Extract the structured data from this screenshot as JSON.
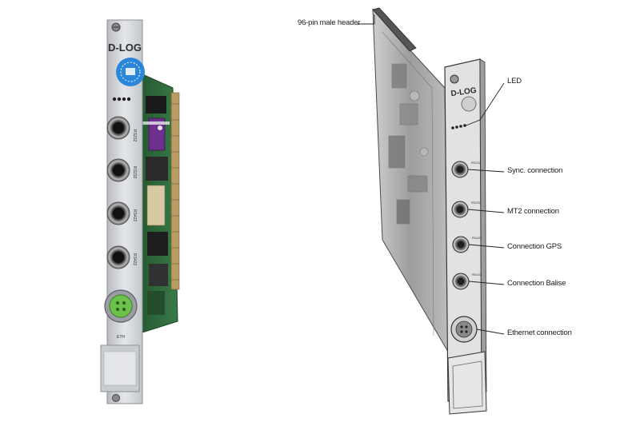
{
  "left_module": {
    "brand": "D-LOG",
    "port_labels": [
      "RS232",
      "RS232",
      "RS422",
      "RS422"
    ],
    "eth_label": "ETH",
    "colors": {
      "panel": "#d4d7dc",
      "pcb": "#2f6b3c",
      "sticker": "#2a86d8",
      "eth_connector": "#6cc24a"
    }
  },
  "right_module": {
    "brand": "D-LOG",
    "port_labels": [
      "RS232",
      "RS232",
      "RS422",
      "RS422"
    ]
  },
  "callouts": {
    "header": "96-pin male header",
    "led": "LED",
    "sync": "Sync. connection",
    "mt2": "MT2 connection",
    "gps": "Connection GPS",
    "balise": "Connection Balise",
    "ethernet": "Ethernet connection"
  }
}
